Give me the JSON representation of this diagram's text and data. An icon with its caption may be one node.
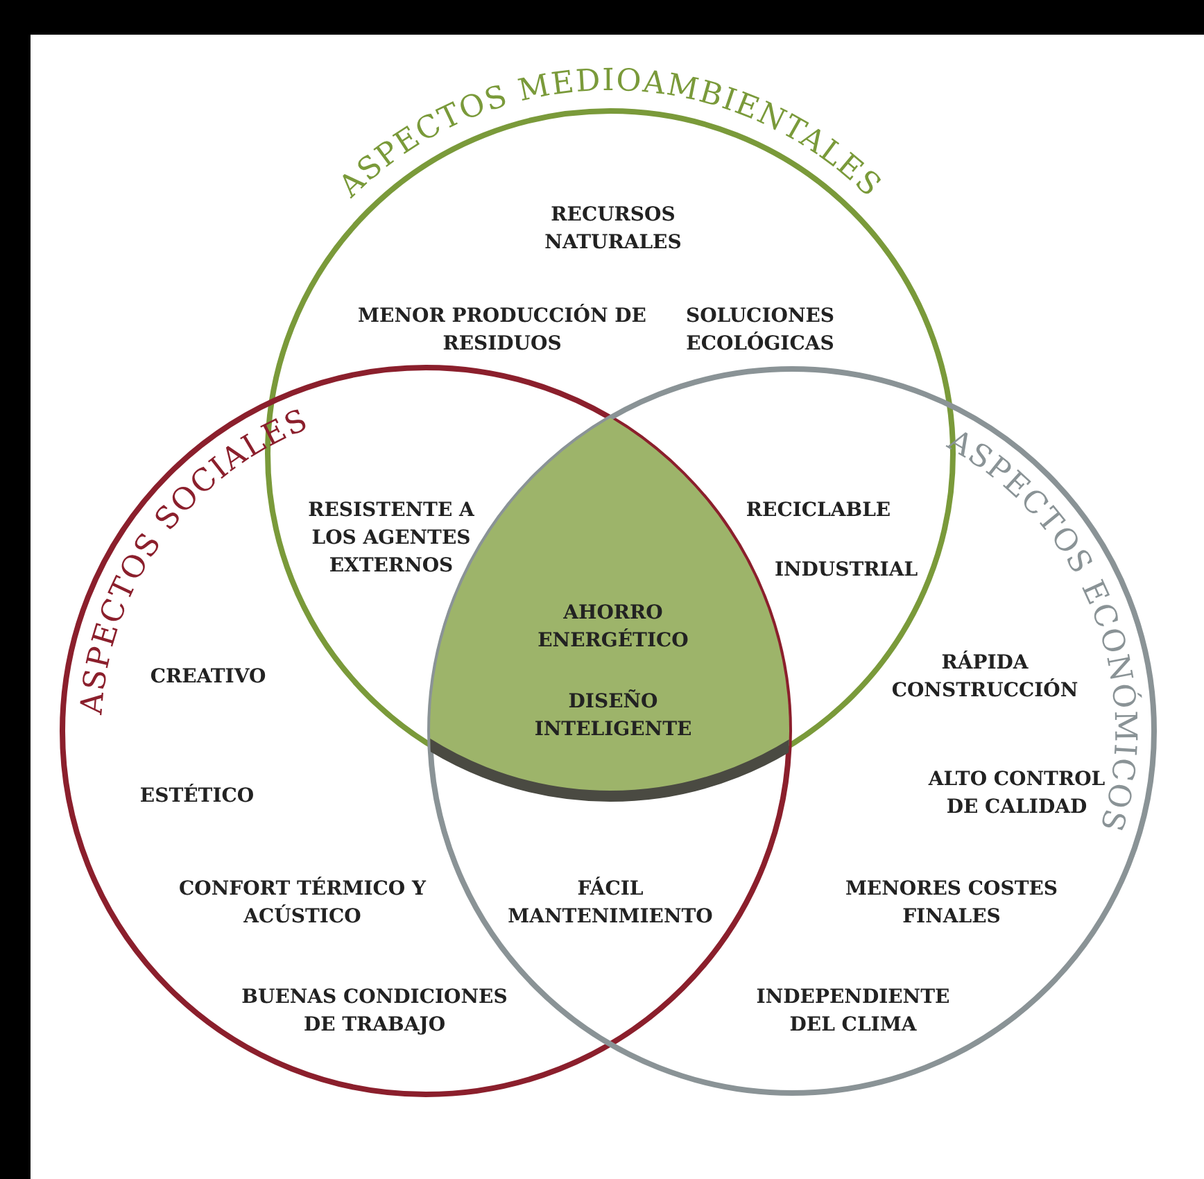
{
  "diagram": {
    "nodes": [
      {
        "text": [
          "ASPECTOS MEDIOAMBIENTALES"
        ]
      },
      {
        "text": [
          "ASPECTOS SOCIALES"
        ]
      },
      {
        "text": [
          "ASPECTOS ECONÓMICOS"
        ]
      },
      {
        "text": [
          "AHORRO ENERGÉTICO",
          "DISEÑO INTELIGENTE"
        ]
      }
    ],
    "labels": [
      "RECURSOS NATURALES",
      "MENOR PRODUCCIÓN DE RESIDUOS",
      "SOLUCIONES ECOLÓGICAS",
      "RESISTENTE A LOS AGENTES EXTERNOS",
      "RECICLABLE",
      "INDUSTRIAL",
      "CREATIVO",
      "RÁPIDA CONSTRUCCIÓN",
      "ESTÉTICO",
      "ALTO CONTROL DE CALIDAD",
      "CONFORT TÉRMICO Y ACÚSTICO",
      "FÁCIL MANTENIMIENTO",
      "MENORES COSTES FINALES",
      "BUENAS CONDICIONES DE TRABAJO",
      "INDEPENDIENTE DEL CLIMA"
    ]
  }
}
